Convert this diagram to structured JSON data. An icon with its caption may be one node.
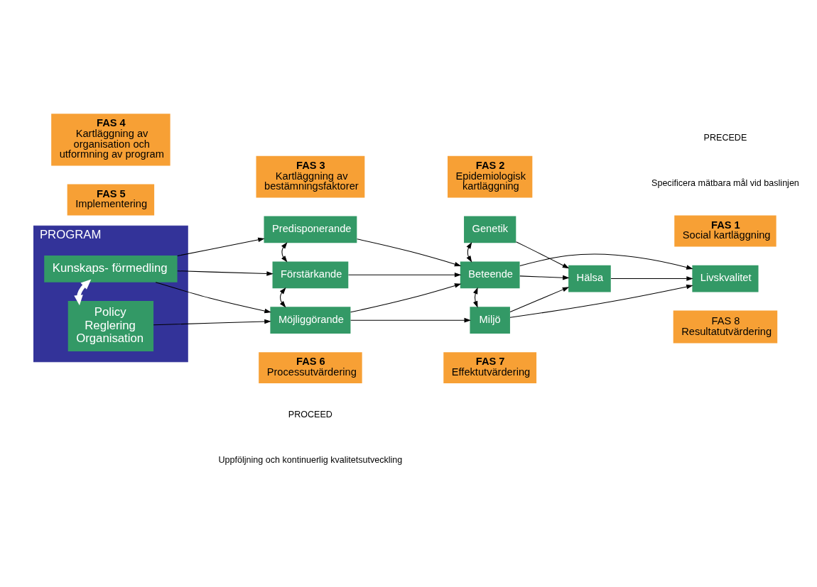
{
  "diagram": {
    "nodes": [
      {
        "text": [
          "PROGRAM"
        ]
      },
      {
        "text": [
          "Kunskaps- förmedling"
        ],
        "in": 0
      },
      {
        "text": [
          "Policy Reglering Organisation"
        ],
        "in": 0
      },
      {
        "text": [
          "Predisponerande"
        ]
      },
      {
        "text": [
          "Förstärkande"
        ]
      },
      {
        "text": [
          "Möjliggörande"
        ]
      },
      {
        "text": [
          "Genetik"
        ]
      },
      {
        "text": [
          "Beteende"
        ]
      },
      {
        "text": [
          "Miljö"
        ]
      },
      {
        "text": [
          "Hälsa"
        ]
      },
      {
        "text": [
          "Livskvalitet"
        ]
      },
      {
        "text": [
          "FAS 4",
          "Kartläggning av organisation och utformning av program"
        ]
      },
      {
        "text": [
          "FAS 3",
          "Kartläggning av bestämningsfaktorer"
        ]
      },
      {
        "text": [
          "FAS 2",
          "Epidemiologisk kartläggning"
        ]
      },
      {
        "text": [
          "FAS 1",
          "Social kartläggning"
        ]
      },
      {
        "text": [
          "FAS 5",
          "Implementering"
        ]
      },
      {
        "text": [
          "FAS 6",
          "Processutvärdering"
        ]
      },
      {
        "text": [
          "FAS 7",
          "Effektutvärdering"
        ]
      },
      {
        "text": [
          "FAS 8",
          "Resultatutvärdering"
        ]
      }
    ],
    "edges": [
      {
        "from": 1,
        "to": 3,
        "arrow": "to"
      },
      {
        "from": 1,
        "to": 4,
        "arrow": "to"
      },
      {
        "from": 1,
        "to": 5,
        "arrow": "to"
      },
      {
        "from": 1,
        "to": 2,
        "arrow": "both",
        "style": "thick",
        "color": "#ffffff"
      },
      {
        "from": 2,
        "to": 5,
        "arrow": "to"
      },
      {
        "from": 3,
        "to": 4,
        "arrow": "both"
      },
      {
        "from": 4,
        "to": 5,
        "arrow": "both"
      },
      {
        "from": 3,
        "to": 7,
        "arrow": "to"
      },
      {
        "from": 4,
        "to": 7,
        "arrow": "to"
      },
      {
        "from": 5,
        "to": 7,
        "arrow": "to"
      },
      {
        "from": 5,
        "to": 8,
        "arrow": "to"
      },
      {
        "from": 6,
        "to": 7,
        "arrow": "both"
      },
      {
        "from": 7,
        "to": 8,
        "arrow": "both"
      },
      {
        "from": 6,
        "to": 9,
        "arrow": "to"
      },
      {
        "from": 7,
        "to": 10,
        "arrow": "to"
      },
      {
        "from": 7,
        "to": 9,
        "arrow": "to"
      },
      {
        "from": 8,
        "to": 9,
        "arrow": "to"
      },
      {
        "from": 8,
        "to": 10,
        "arrow": "to"
      },
      {
        "from": 9,
        "to": 10,
        "arrow": "to"
      }
    ],
    "labels": [
      "PRECEDE",
      "Specificera mätbara mål vid baslinjen",
      "PROCEED",
      "Uppföljning och kontinuerlig kvalitetsutveckling"
    ]
  }
}
